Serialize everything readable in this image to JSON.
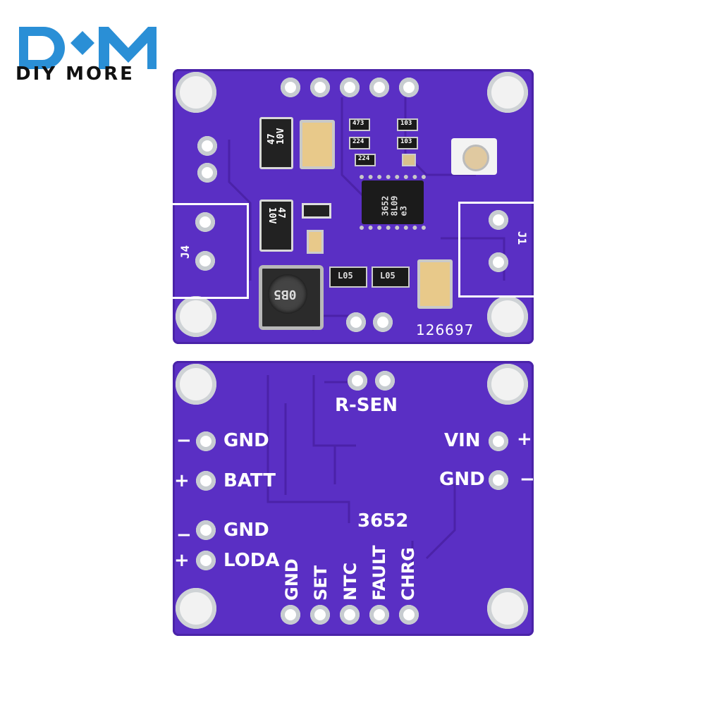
{
  "brand": {
    "logo_text": "DM",
    "name": "DIY MORE",
    "logo_color": "#2a8fd6"
  },
  "board_color": "#5a2fc4",
  "top_board": {
    "serial": "126697",
    "connector_left": "J4",
    "connector_right": "J1",
    "cap1_value": "47\n10V",
    "cap2_value": "47\n10V",
    "ic_text": "3652\n8L09\ne3",
    "inductor_text": "0B5",
    "transistor1": "L05",
    "transistor2": "L05",
    "resistors": [
      "473",
      "103",
      "224",
      "103",
      "224"
    ]
  },
  "bottom_board": {
    "r_sen": "R-SEN",
    "left_labels": [
      "GND",
      "BATT",
      "GND",
      "LODA"
    ],
    "left_signs": [
      "−",
      "+",
      "−",
      "+"
    ],
    "right_labels": [
      "VIN",
      "GND"
    ],
    "right_signs": [
      "+",
      "−"
    ],
    "chip_label": "3652",
    "bottom_labels": [
      "GND",
      "SET",
      "NTC",
      "FAULT",
      "CHRG"
    ]
  }
}
